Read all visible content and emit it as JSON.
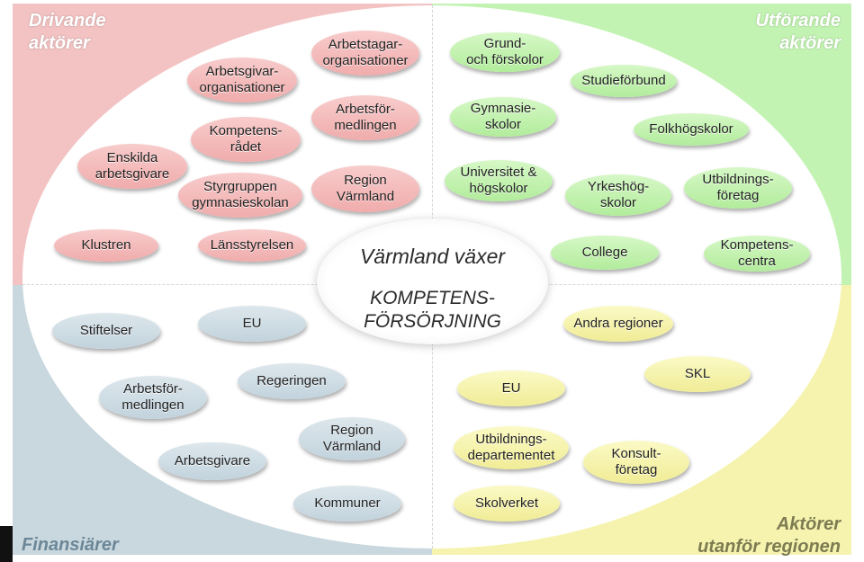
{
  "corners": {
    "top_left": "Drivande\naktörer",
    "top_right": "Utförande\naktörer",
    "bottom_left": "Finansiärer",
    "bottom_right": "Aktörer\nutanför regionen"
  },
  "center": {
    "title": "Värmland växer",
    "subtitle": "KOMPETENS-\nFÖRSÖRJNING"
  },
  "drivande": [
    "Arbetsgivar-\norganisationer",
    "Arbetstagar-\norganisationer",
    "Kompetens-\nrådet",
    "Arbetsför-\nmedlingen",
    "Enskilda\narbetsgivare",
    "Styrgruppen\ngymnasieskolan",
    "Region\nVärmland",
    "Klustren",
    "Länsstyrelsen"
  ],
  "utforande": [
    "Grund-\noch förskolor",
    "Studieförbund",
    "Gymnasie-\nskolor",
    "Folkhögskolor",
    "Universitet &\nhögskolor",
    "Yrkeshög-\nskolor",
    "Utbildnings-\nföretag",
    "College",
    "Kompetens-\ncentra"
  ],
  "finansiarer": [
    "Stiftelser",
    "EU",
    "Arbetsför-\nmedlingen",
    "Regeringen",
    "Arbetsgivare",
    "Region\nVärmland",
    "Kommuner"
  ],
  "utanfor": [
    "Andra regioner",
    "EU",
    "SKL",
    "Utbildnings-\ndepartementet",
    "Konsult-\nföretag",
    "Skolverket"
  ],
  "colors": {
    "drivande": "#f3c3c3",
    "utforande": "#c3f3b3",
    "finansiarer": "#c9d7de",
    "utanfor": "#f5f3ae"
  }
}
